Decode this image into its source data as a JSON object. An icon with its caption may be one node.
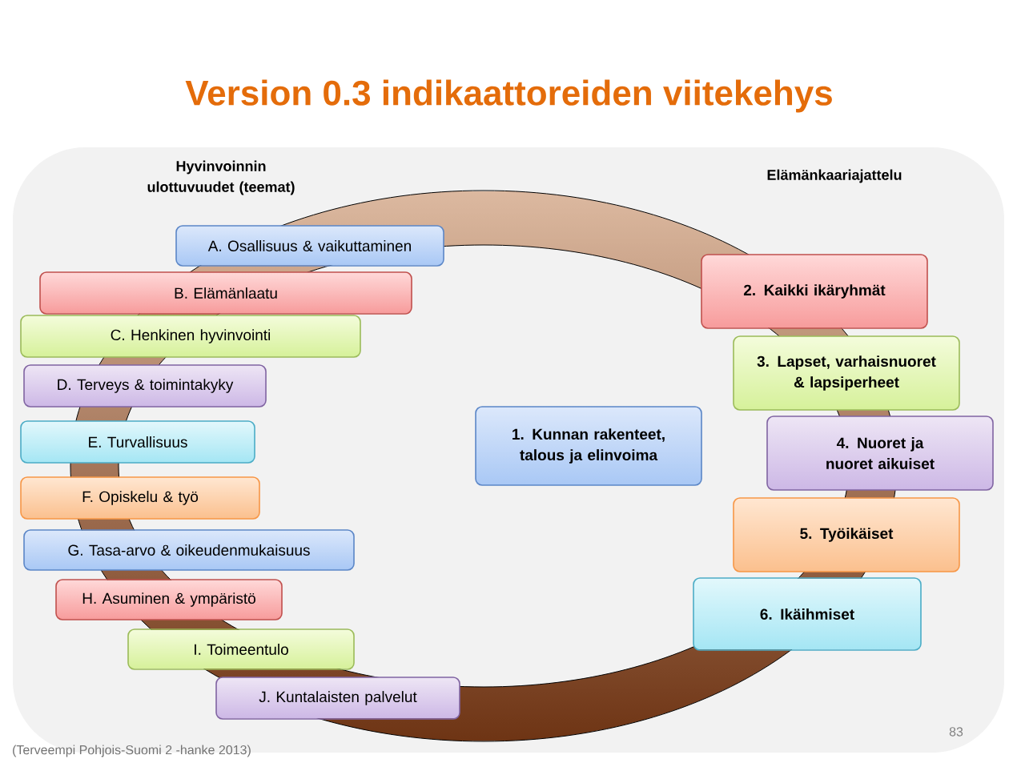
{
  "diagram": {
    "title": "Version 0.3 indikaattoreiden viitekehys",
    "nodes": [
      {
        "text": [
          "A. Osallisuus & vaikuttaminen"
        ]
      },
      {
        "text": [
          "B. Elämänlaatu"
        ]
      },
      {
        "text": [
          "C. Henkinen hyvinvointi"
        ]
      },
      {
        "text": [
          "D. Terveys & toimintakyky"
        ]
      },
      {
        "text": [
          "E. Turvallisuus"
        ]
      },
      {
        "text": [
          "F. Opiskelu & työ"
        ]
      },
      {
        "text": [
          "G. Tasa-arvo & oikeudenmukaisuus"
        ]
      },
      {
        "text": [
          "H. Asuminen & ympäristö"
        ]
      },
      {
        "text": [
          "I. Toimeentulo"
        ]
      },
      {
        "text": [
          "J. Kuntalaisten palvelut"
        ]
      },
      {
        "text": [
          "1. Kunnan rakenteet, talous ja elinvoima"
        ]
      },
      {
        "text": [
          "2. Kaikki ikäryhmät"
        ]
      },
      {
        "text": [
          "3. Lapset, varhaisnuoret & lapsiperheet"
        ]
      },
      {
        "text": [
          "4. Nuoret ja nuoret aikuiset"
        ]
      },
      {
        "text": [
          "5. Työikäiset"
        ]
      },
      {
        "text": [
          "6. Ikäihmiset"
        ]
      }
    ],
    "labels": [
      "Hyvinvoinnin ulottuvuudet (teemat)",
      "Elämänkaariajattelu",
      "83",
      "(Terveempi Pohjois-Suomi 2 -hanke 2013)"
    ]
  }
}
